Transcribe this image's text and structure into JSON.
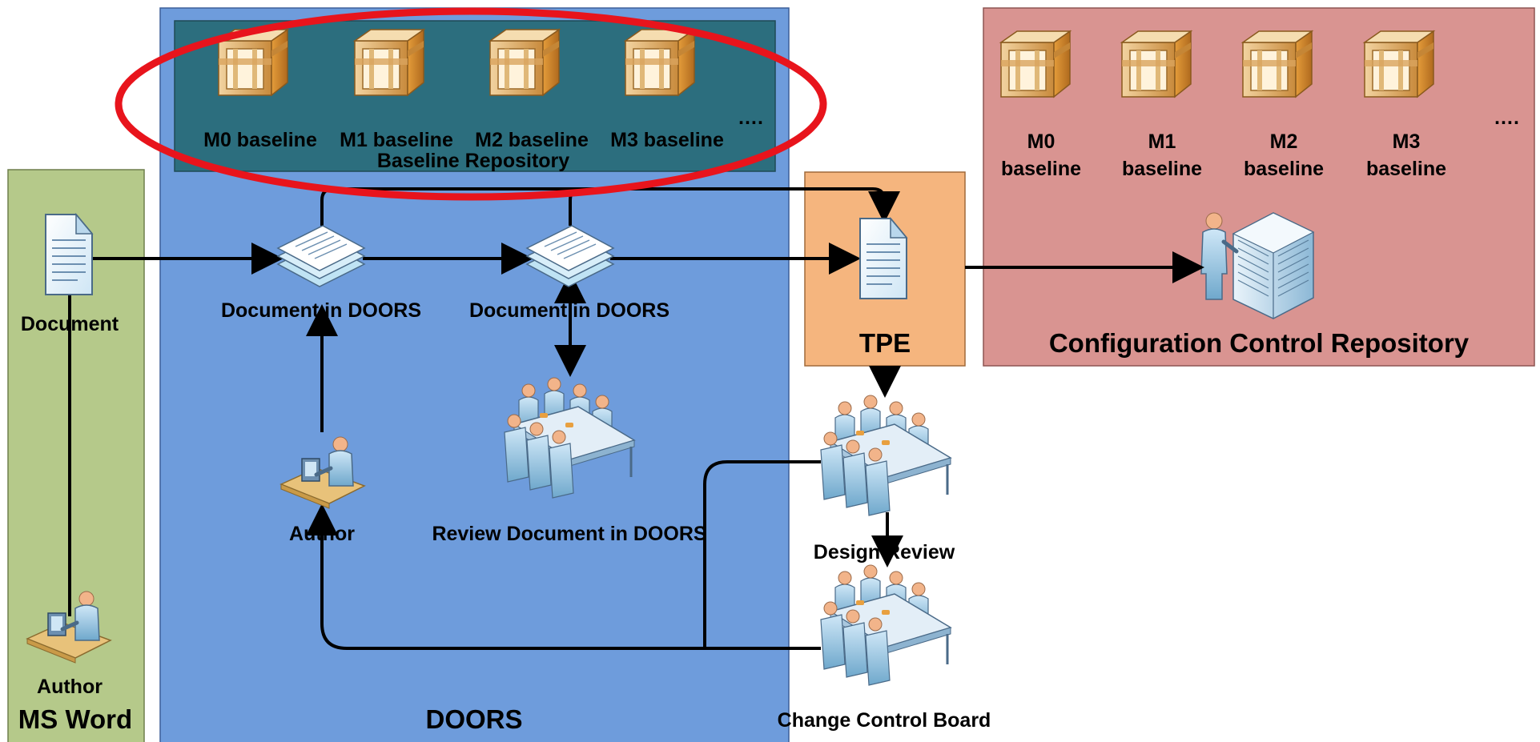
{
  "ms_word": {
    "title": "MS Word",
    "document_label": "Document",
    "author_label": "Author"
  },
  "doors": {
    "title": "DOORS",
    "doc1_label": "Document in DOORS",
    "doc2_label": "Document in DOORS",
    "author_label": "Author",
    "review_label": "Review Document in DOORS"
  },
  "baseline_repository": {
    "title": "Baseline Repository",
    "items": [
      "M0 baseline",
      "M1 baseline",
      "M2 baseline",
      "M3 baseline"
    ],
    "ellipsis": "…."
  },
  "tpe": {
    "title": "TPE"
  },
  "config_repo": {
    "title": "Configuration Control Repository",
    "items": [
      {
        "line1": "M0",
        "line2": "baseline"
      },
      {
        "line1": "M1",
        "line2": "baseline"
      },
      {
        "line1": "M2",
        "line2": "baseline"
      },
      {
        "line1": "M3",
        "line2": "baseline"
      }
    ],
    "ellipsis": "…."
  },
  "design_review": {
    "label": "Design Review"
  },
  "change_control_board": {
    "label": "Change Control Board"
  },
  "colors": {
    "ms_word_bg": "#B5C98A",
    "doors_bg": "#6E9CDC",
    "baseline_repo_bg": "#2C6E7E",
    "tpe_bg": "#F5B57E",
    "config_repo_bg": "#D99491",
    "highlight_ellipse": "#E8141C"
  }
}
